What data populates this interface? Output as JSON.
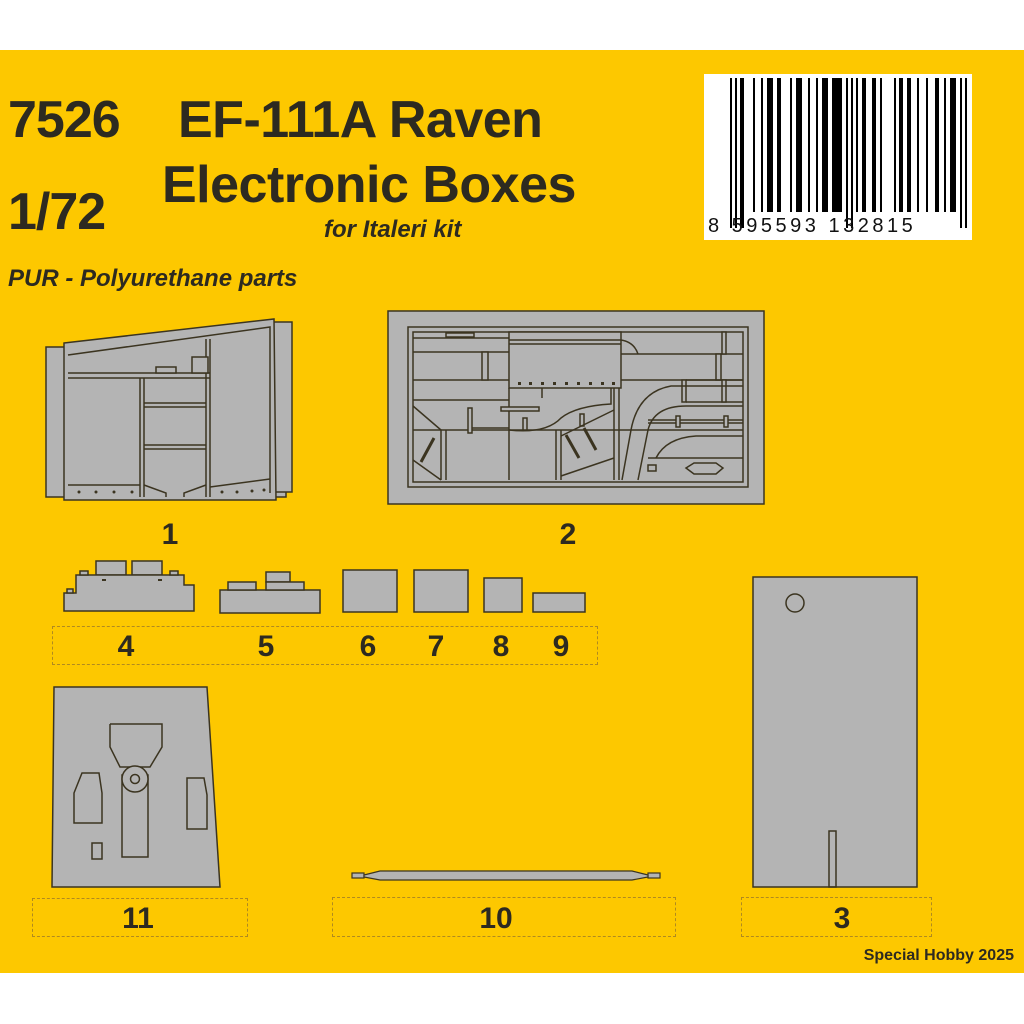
{
  "header": {
    "product_code": "7526",
    "scale": "1/72",
    "title_line1": "EF-111A Raven",
    "title_line2": "Electronic Boxes",
    "subtitle": "for Italeri kit",
    "material": "PUR - Polyurethane parts"
  },
  "barcode": {
    "digits": "8 595593 132815",
    "digit_first": "8",
    "digit_group1": "595593",
    "digit_group2": "132815"
  },
  "parts": [
    {
      "number": "1",
      "name": "electronic-box-side-panel"
    },
    {
      "number": "2",
      "name": "electronic-bay-floor"
    },
    {
      "number": "3",
      "name": "bay-door-panel"
    },
    {
      "number": "4",
      "name": "electronic-box"
    },
    {
      "number": "5",
      "name": "electronic-box"
    },
    {
      "number": "6",
      "name": "electronic-box"
    },
    {
      "number": "7",
      "name": "electronic-box"
    },
    {
      "number": "8",
      "name": "electronic-box"
    },
    {
      "number": "9",
      "name": "electronic-box"
    },
    {
      "number": "10",
      "name": "support-rod"
    },
    {
      "number": "11",
      "name": "bulkhead-panel"
    }
  ],
  "footer": {
    "copyright": "Special Hobby 2025"
  },
  "colors": {
    "background": "#fdc800",
    "part_fill": "#b4b4b4",
    "outline": "#3b3420",
    "text": "#2d2a20"
  }
}
